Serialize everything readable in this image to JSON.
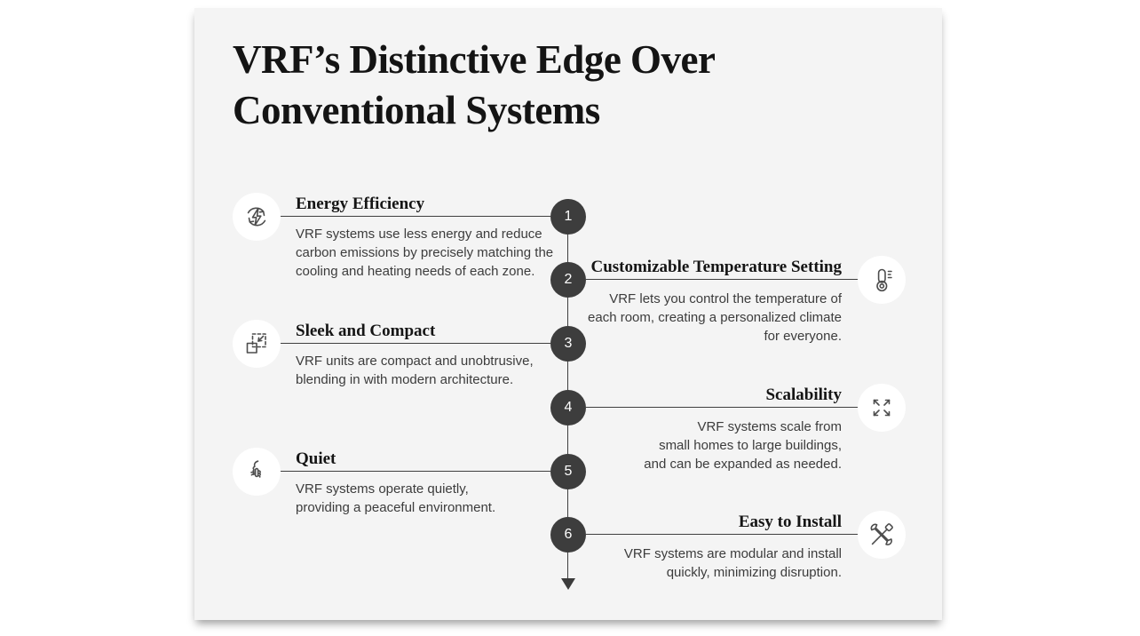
{
  "colors": {
    "panel_background": "#f4f4f4",
    "page_background": "#ffffff",
    "node_fill": "#3d3d3d",
    "line_color": "#3f3f3f",
    "title_text": "#141414",
    "body_text": "#3c3c3c",
    "icon_circle_fill": "#ffffff",
    "icon_stroke": "#4d4d4d"
  },
  "header": {
    "title_lines": [
      "VRF’s Distinctive Edge Over",
      "Conventional Systems"
    ]
  },
  "items": [
    {
      "number": "1",
      "side": "left",
      "title": "Energy Efficiency",
      "icon": "energy-cycle-icon",
      "description": [
        "VRF systems use less energy and reduce",
        "carbon emissions by precisely matching the",
        "cooling and heating needs of each zone."
      ]
    },
    {
      "number": "2",
      "side": "right",
      "title": "Customizable Temperature Setting",
      "icon": "thermometer-icon",
      "description": [
        "VRF lets you control the temperature of",
        "each room, creating a personalized climate",
        "for everyone."
      ]
    },
    {
      "number": "3",
      "side": "left",
      "title": "Sleek and Compact",
      "icon": "shrink-icon",
      "description": [
        "VRF units are compact and unobtrusive,",
        "blending in with modern architecture."
      ]
    },
    {
      "number": "4",
      "side": "right",
      "title": "Scalability",
      "icon": "expand-arrows-icon",
      "description": [
        "VRF systems scale from",
        "small homes to large buildings,",
        "and can be expanded as needed."
      ]
    },
    {
      "number": "5",
      "side": "left",
      "title": "Quiet",
      "icon": "shh-icon",
      "description": [
        "VRF systems operate quietly,",
        "providing a peaceful environment."
      ]
    },
    {
      "number": "6",
      "side": "right",
      "title": "Easy to Install",
      "icon": "tools-icon",
      "description": [
        "VRF systems are modular and install",
        "quickly, minimizing disruption."
      ]
    }
  ]
}
